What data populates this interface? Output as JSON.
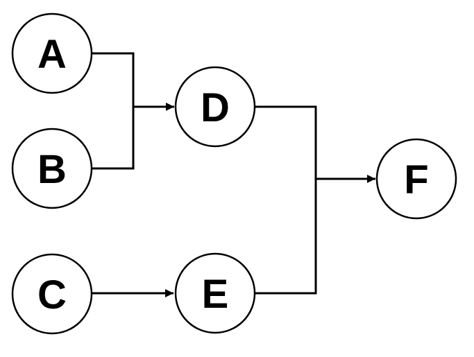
{
  "theme": {
    "background": "#ffffff",
    "stroke": "#000000",
    "node_fill": "#ffffff",
    "text": "#000000"
  },
  "diagram": {
    "type": "flowchart",
    "nodes": [
      {
        "id": "A",
        "label": "A"
      },
      {
        "id": "B",
        "label": "B"
      },
      {
        "id": "C",
        "label": "C"
      },
      {
        "id": "D",
        "label": "D"
      },
      {
        "id": "E",
        "label": "E"
      },
      {
        "id": "F",
        "label": "F"
      }
    ],
    "edges": [
      {
        "from": "A",
        "to": "D",
        "style": "elbow-merge",
        "arrowhead": true
      },
      {
        "from": "B",
        "to": "D",
        "style": "elbow-merge",
        "arrowhead": true
      },
      {
        "from": "C",
        "to": "E",
        "style": "straight",
        "arrowhead": true
      },
      {
        "from": "D",
        "to": "F",
        "style": "elbow-merge",
        "arrowhead": true
      },
      {
        "from": "E",
        "to": "F",
        "style": "elbow-merge",
        "arrowhead": true
      }
    ]
  }
}
